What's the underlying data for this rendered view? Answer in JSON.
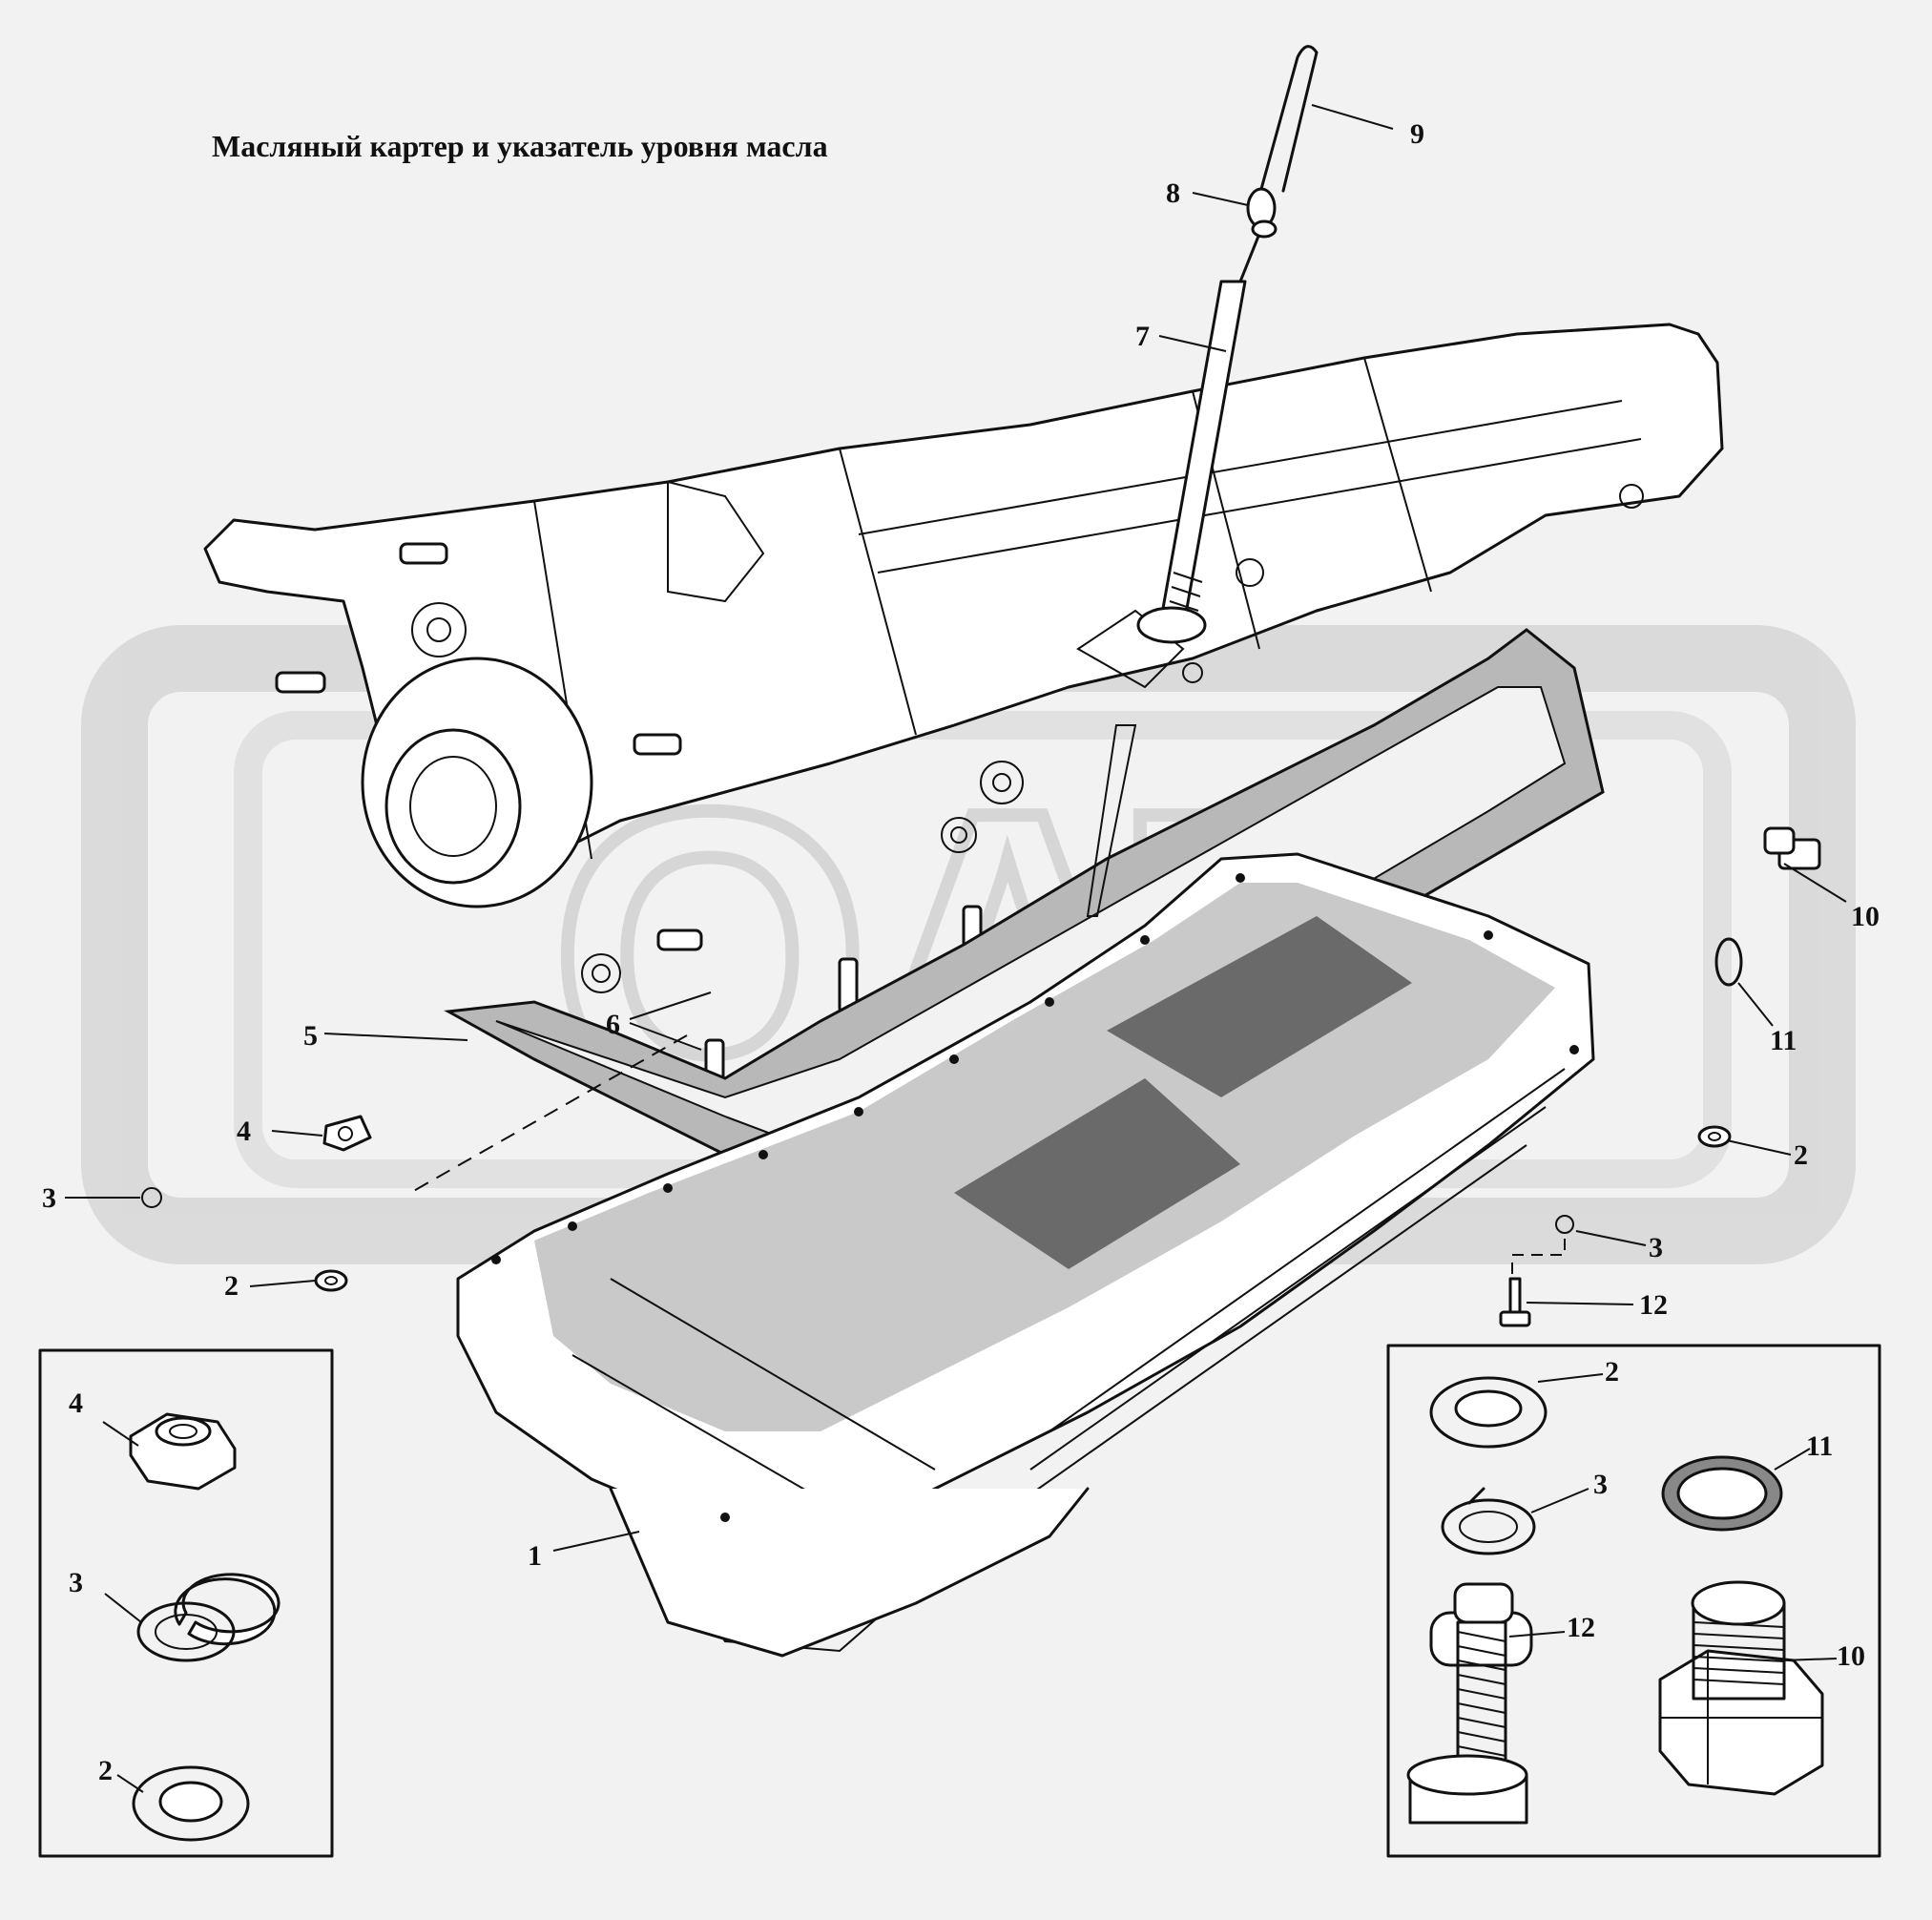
{
  "title": "Масляный картер и указатель уровня масла",
  "watermark": "ОАТ",
  "colors": {
    "background": "#f2f2f2",
    "ink": "#111111",
    "watermark": "#c8c8c8"
  },
  "callouts": {
    "c1": "1",
    "c2a": "2",
    "c2b": "2",
    "c2c": "2",
    "c2d": "2",
    "c3a": "3",
    "c3b": "3",
    "c3c": "3",
    "c3d": "3",
    "c4a": "4",
    "c4b": "4",
    "c5": "5",
    "c6": "6",
    "c7": "7",
    "c8": "8",
    "c9": "9",
    "c10a": "10",
    "c10b": "10",
    "c11a": "11",
    "c11b": "11",
    "c12a": "12",
    "c12b": "12"
  }
}
